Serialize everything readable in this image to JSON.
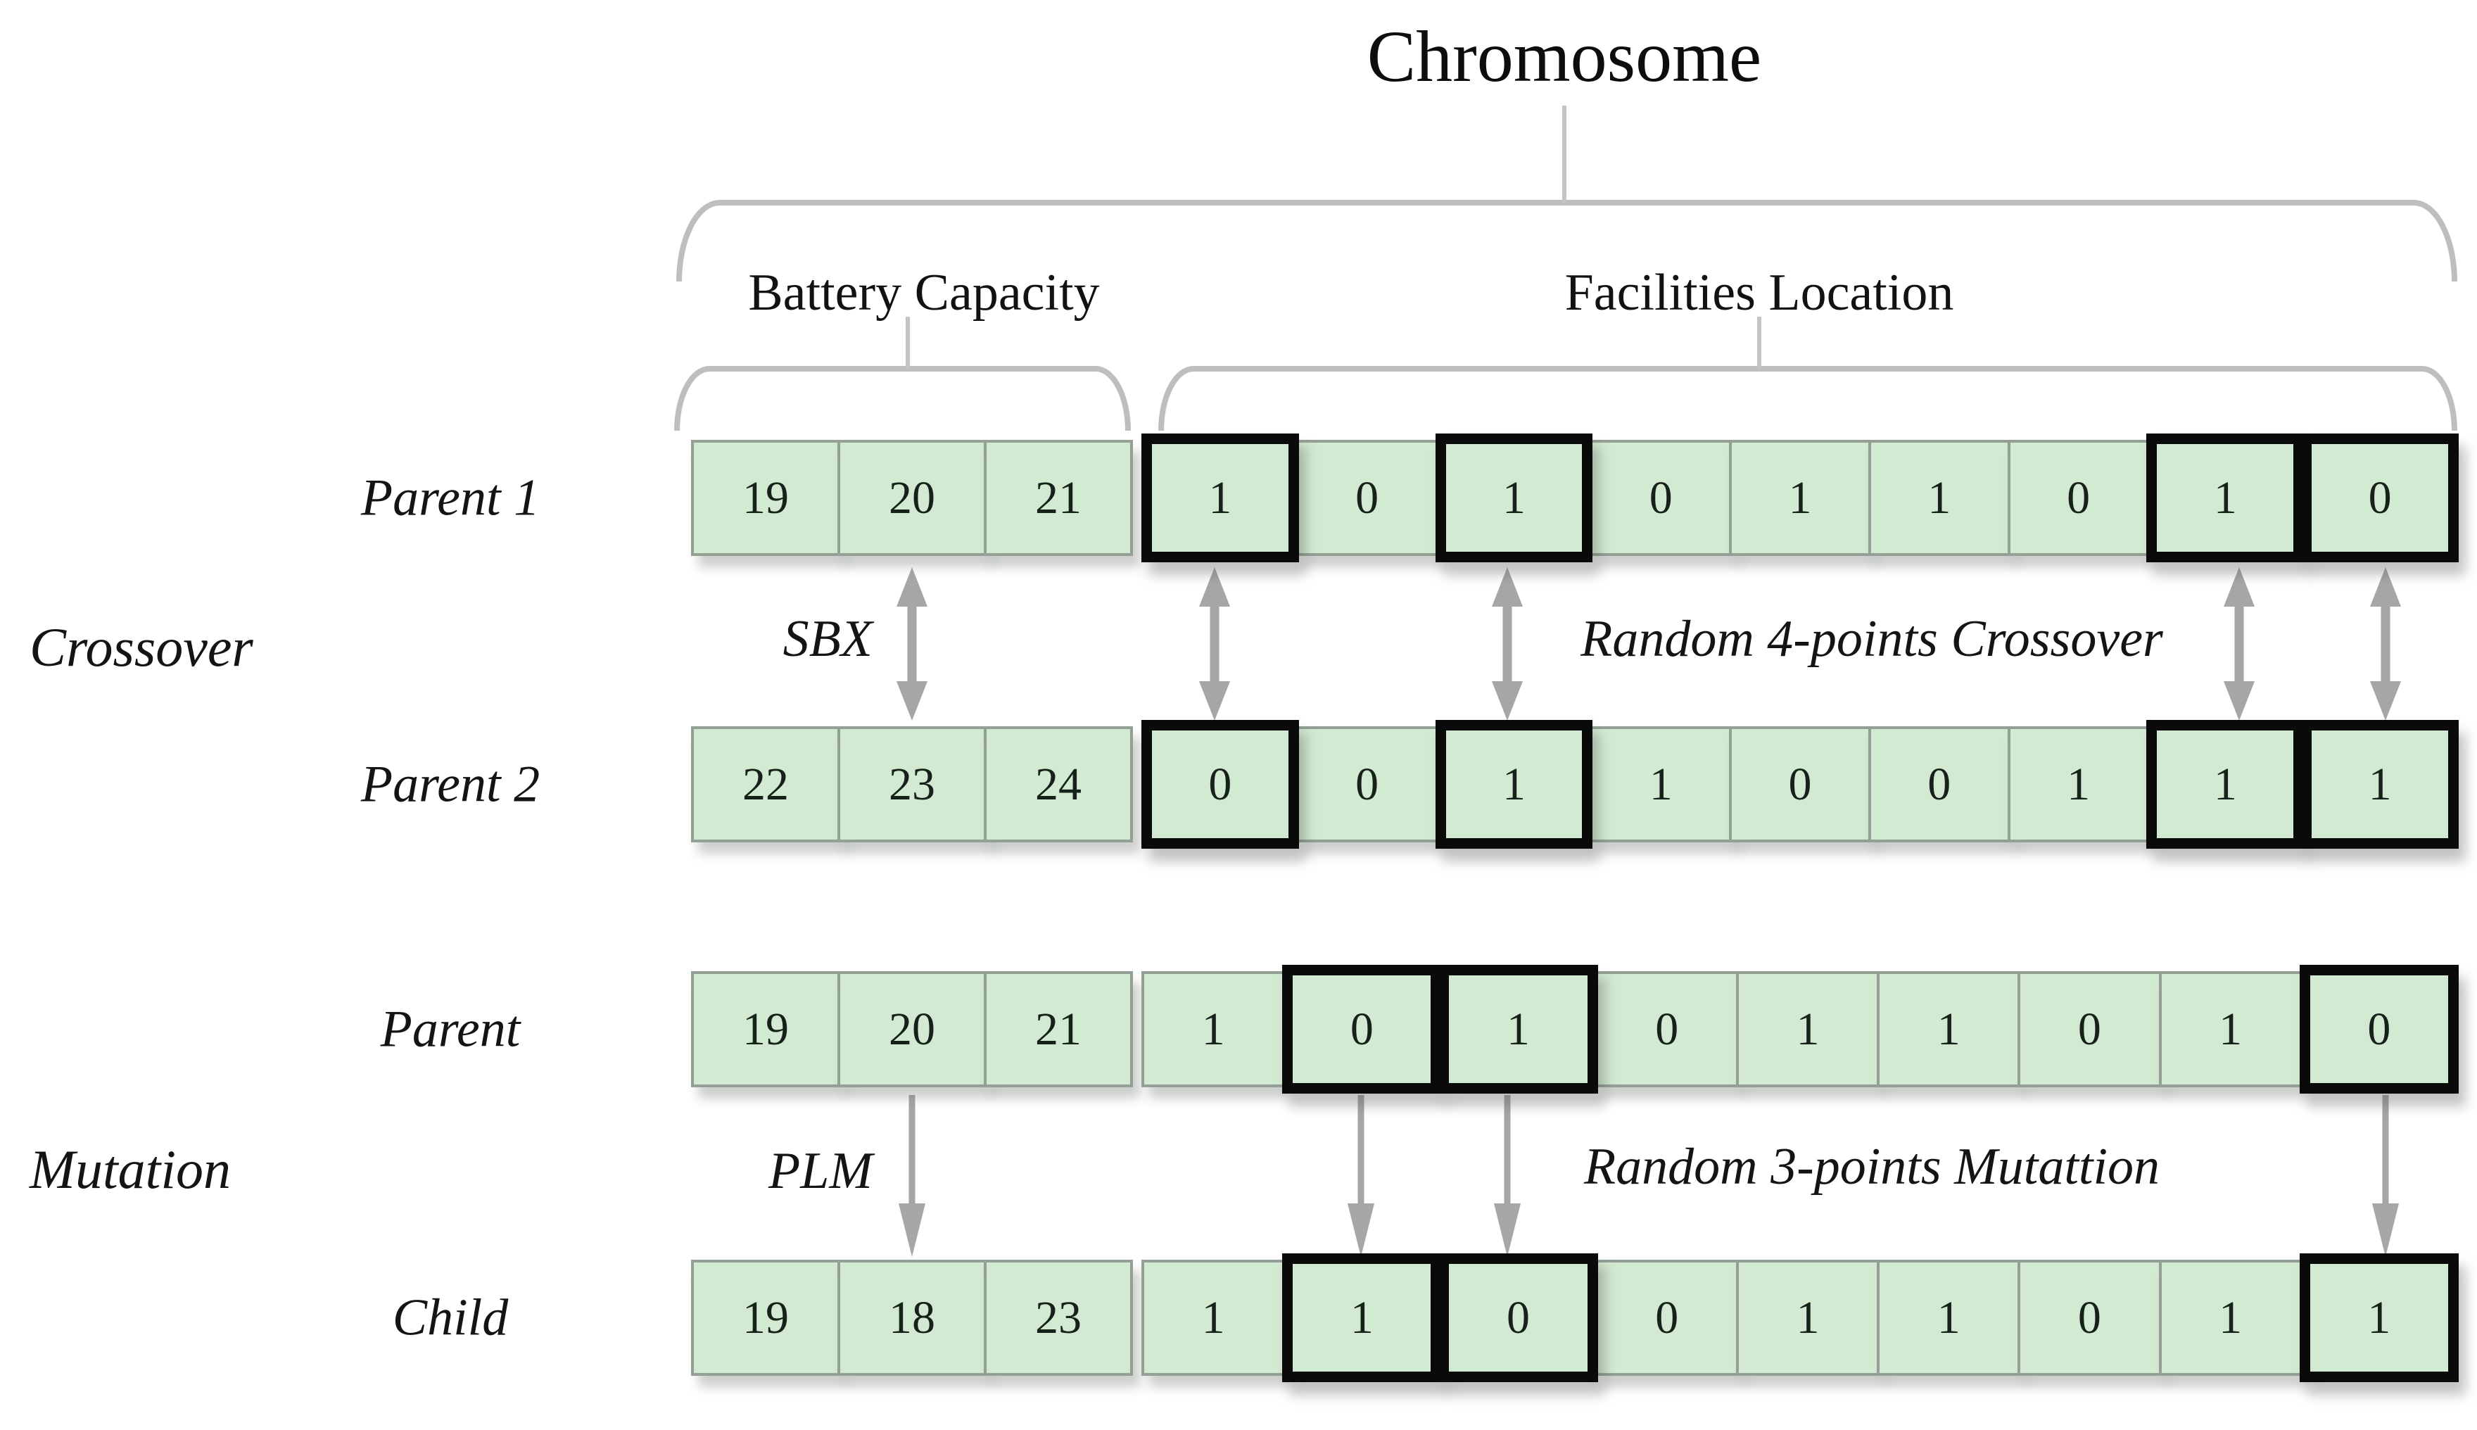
{
  "title": "Chromosome",
  "gene_groups": {
    "battery": {
      "label": "Battery Capacity",
      "num_genes": 3
    },
    "facilities": {
      "label": "Facilities Location",
      "num_genes": 9
    }
  },
  "crossover": {
    "section_label": "Crossover",
    "battery_operator": "SBX",
    "facilities_operator": "Random 4-points Crossover",
    "battery_arrow_point": 2,
    "facilities_crossover_points": [
      1,
      3,
      8,
      9
    ],
    "rows": [
      {
        "label": "Parent 1",
        "battery": [
          "19",
          "20",
          "21"
        ],
        "facilities": [
          "1",
          "0",
          "1",
          "0",
          "1",
          "1",
          "0",
          "1",
          "0"
        ],
        "highlighted_facilities": [
          1,
          3,
          8,
          9
        ]
      },
      {
        "label": "Parent 2",
        "battery": [
          "22",
          "23",
          "24"
        ],
        "facilities": [
          "0",
          "0",
          "1",
          "1",
          "0",
          "0",
          "1",
          "1",
          "1"
        ],
        "highlighted_facilities": [
          1,
          3,
          8,
          9
        ]
      }
    ]
  },
  "mutation": {
    "section_label": "Mutation",
    "battery_operator": "PLM",
    "facilities_operator": "Random 3-points Mutattion",
    "battery_arrow_point": 2,
    "facilities_mutation_points": [
      2,
      3,
      9
    ],
    "rows": [
      {
        "label": "Parent",
        "battery": [
          "19",
          "20",
          "21"
        ],
        "facilities": [
          "1",
          "0",
          "1",
          "0",
          "1",
          "1",
          "0",
          "1",
          "0"
        ],
        "highlighted_facilities": [
          2,
          3,
          9
        ]
      },
      {
        "label": "Child",
        "battery": [
          "19",
          "18",
          "23"
        ],
        "facilities": [
          "1",
          "1",
          "0",
          "0",
          "1",
          "1",
          "0",
          "1",
          "1"
        ],
        "highlighted_facilities": [
          2,
          3,
          9
        ]
      }
    ]
  },
  "colors": {
    "cell_fill": "#d3ead2",
    "cell_border": "#94a096",
    "highlight_border": "#0a0a0a",
    "arrow": "#a6a6a6",
    "brace": "#bebebe"
  }
}
